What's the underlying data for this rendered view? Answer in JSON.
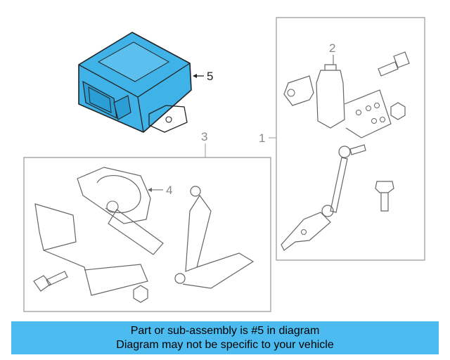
{
  "callouts": {
    "c1": "1",
    "c2": "2",
    "c3": "3",
    "c4": "4",
    "c5": "5"
  },
  "highlight_color": "#3fb3e8",
  "banner": {
    "line1": "Part or sub-assembly is #5 in diagram",
    "line2": "Diagram may not be specific to your vehicle",
    "background": "#4cbcf0"
  }
}
